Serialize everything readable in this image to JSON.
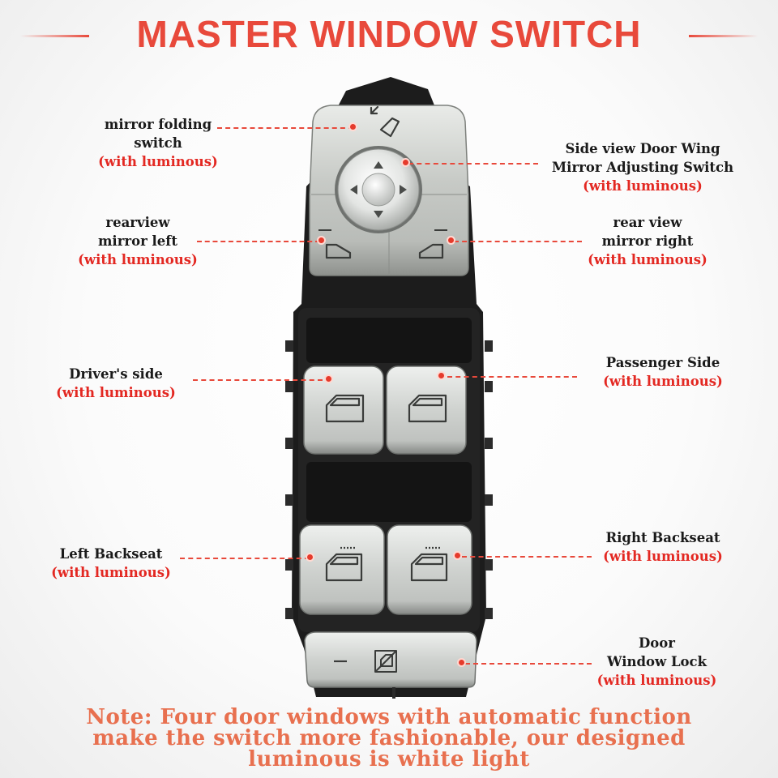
{
  "title": "MASTER WINDOW SWITCH",
  "colors": {
    "title": "#e8493b",
    "accent_red": "#e32822",
    "note": "#e8704f",
    "chrome": "#c9ccc8",
    "housing": "#1b1b1b"
  },
  "callouts": {
    "mirror_folding": {
      "lines": [
        "mirror folding",
        "switch"
      ],
      "luminous": "(with luminous)",
      "icon": "mirror-fold-icon"
    },
    "mirror_adjust": {
      "lines": [
        "Side view Door Wing",
        "Mirror Adjusting Switch"
      ],
      "luminous": "(with luminous)",
      "icon": "arrows-joystick-icon"
    },
    "mirror_left": {
      "lines": [
        "rearview",
        "mirror left"
      ],
      "luminous": "(with luminous)",
      "icon": "mirror-left-icon"
    },
    "mirror_right": {
      "lines": [
        "rear view",
        "mirror right"
      ],
      "luminous": "(with luminous)",
      "icon": "mirror-right-icon"
    },
    "driver_side": {
      "lines": [
        "Driver's side"
      ],
      "luminous": "(with luminous)",
      "icon": "window-icon"
    },
    "passenger_side": {
      "lines": [
        "Passenger Side"
      ],
      "luminous": "(with luminous)",
      "icon": "window-icon"
    },
    "left_backseat": {
      "lines": [
        "Left Backseat"
      ],
      "luminous": "(with luminous)",
      "icon": "rear-window-icon"
    },
    "right_backseat": {
      "lines": [
        "Right Backseat"
      ],
      "luminous": "(with luminous)",
      "icon": "rear-window-icon"
    },
    "window_lock": {
      "lines": [
        "Door",
        "Window Lock"
      ],
      "luminous": "(with luminous)",
      "icon": "window-lock-icon"
    }
  },
  "note": {
    "line1": "Note: Four door windows with automatic function",
    "line2": "make the switch more fashionable, our designed",
    "line3": "luminous is white light"
  }
}
